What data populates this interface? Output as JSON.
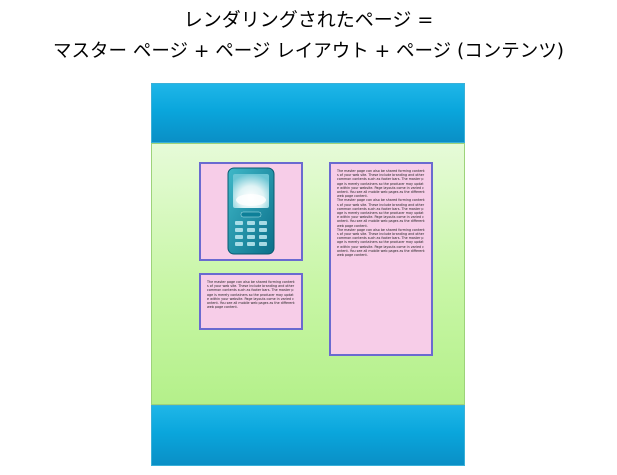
{
  "title": {
    "line1": "レンダリングされたページ =",
    "line2": "マスター ページ + ページ レイアウト + ページ (コンテンツ)"
  },
  "colors": {
    "band": "#0aa6dc",
    "content": "#c8f6a6",
    "zone_fill": "#f7cde8",
    "zone_border": "#6a6ad0"
  },
  "zones": {
    "phone_icon": "mobile-phone-icon",
    "small_text": "The master page can also be shared forming contents of your web site. These include branding and other common contents such as footer bars. The master page is merely containers so the producer may update within your website. Page layouts come in varied content. You see all mobile web pages as the different web page content.",
    "tall_text_1": "The master page can also be shared forming contents of your web site. These include branding and other common contents such as footer bars. The master page is merely containers so the producer may update within your website. Page layouts come in varied content. You see all mobile web pages as the different web page content.",
    "tall_text_2": "The master page can also be shared forming contents of your web site. These include branding and other common contents such as footer bars. The master page is merely containers so the producer may update within your website. Page layouts come in varied content. You see all mobile web pages as the different web page content.",
    "tall_text_3": "The master page can also be shared forming contents of your web site. These include branding and other common contents such as footer bars. The master page is merely containers so the producer may update within your website. Page layouts come in varied content. You see all mobile web pages as the different web page content."
  }
}
